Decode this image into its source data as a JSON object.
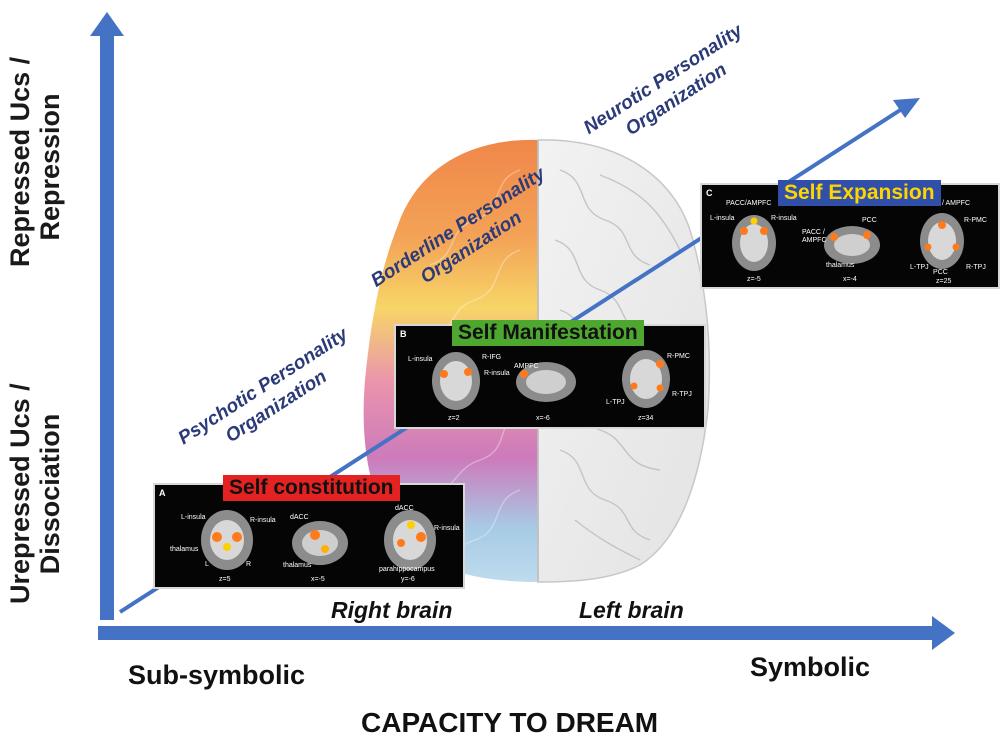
{
  "axes": {
    "y_upper": [
      "Repressed Ucs /",
      "Repression"
    ],
    "y_lower": [
      "Urepressed Ucs /",
      "Dissociation"
    ],
    "x_left": "Sub-symbolic",
    "x_right": "Symbolic",
    "x_title": "CAPACITY TO DREAM"
  },
  "brain": {
    "right_label": "Right brain",
    "left_label": "Left brain"
  },
  "organizations": [
    {
      "line1": "Psychotic Personality",
      "line2": "Organization"
    },
    {
      "line1": "Borderline Personality",
      "line2": "Organization"
    },
    {
      "line1": "Neurotic Personality",
      "line2": "Organization"
    }
  ],
  "panels": [
    {
      "letter": "A",
      "title": "Self constitution",
      "color": "#e52222",
      "labels": [
        "L-insula",
        "R-insula",
        "thalamus",
        "L",
        "R",
        "z=5",
        "dACC",
        "thalamus",
        "x=-5",
        "dACC",
        "R-insula",
        "parahippocampus",
        "y=-6"
      ]
    },
    {
      "letter": "B",
      "title": "Self Manifestation",
      "color": "#4ea72e",
      "labels": [
        "L-insula",
        "R-IFG",
        "R-insula",
        "z=2",
        "AMPFC",
        "x=-6",
        "R-PMC",
        "L-TPJ",
        "R-TPJ",
        "z=34"
      ]
    },
    {
      "letter": "C",
      "title": "Self Expansion",
      "color": "#2f4fa8",
      "labels": [
        "PACC/AMPFC",
        "L-insula",
        "R-insula",
        "z=-5",
        "PACC /",
        "AMPFC",
        "PCC",
        "thalamus",
        "x=-4",
        "C / AMPFC",
        "R-PMC",
        "L-TPJ",
        "PCC",
        "R-TPJ",
        "z=25"
      ]
    }
  ],
  "colors": {
    "axis": "#4472c4",
    "org_text": "#2b3a78",
    "expansion_text": "#ffd400"
  }
}
